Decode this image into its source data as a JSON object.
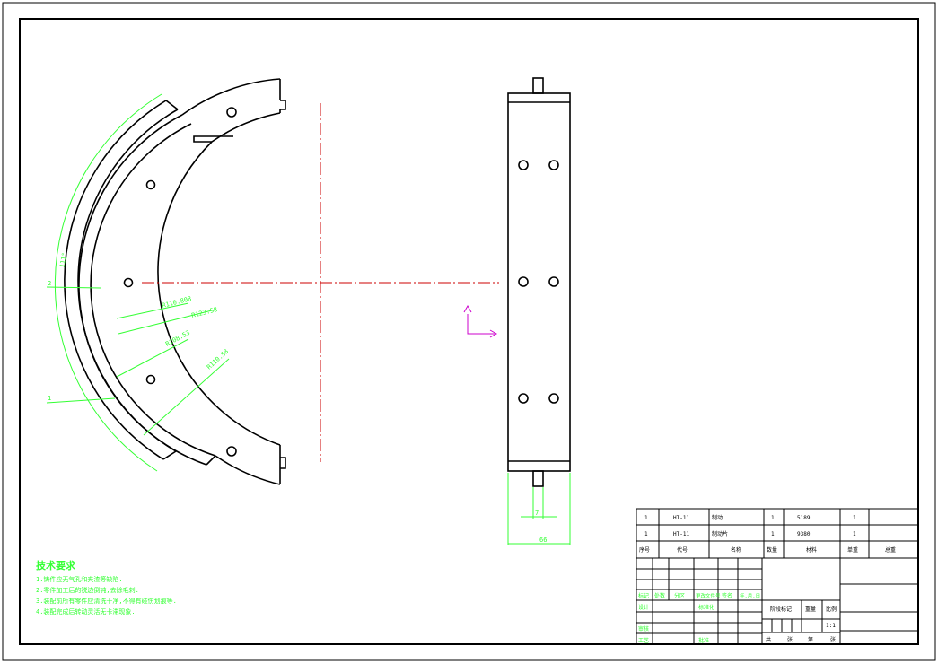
{
  "drawing": {
    "dimensions": {
      "arc_total": "111°",
      "left_2": "2",
      "left_1": "1",
      "r1": "R110.808",
      "r2": "R123.58",
      "r3": "R108.53",
      "r4": "R110.58",
      "shaft_width": "7",
      "overall_width": "66"
    }
  },
  "tech_requirements": {
    "title": "技术要求",
    "lines": [
      "1.铸件应无气孔和夹渣等缺陷.",
      "2.零件加工后的锐边倒钝,去除毛刺.",
      "3.装配前所有零件应清洗干净,不得有碰伤划痕等.",
      "4.装配完成后转动灵活无卡滞现象."
    ]
  },
  "bom": {
    "rows": [
      [
        "1",
        "HT-11",
        "制动",
        "1",
        "5189",
        "1",
        ""
      ],
      [
        "1",
        "HT-11",
        "制动片",
        "1",
        "9380",
        "1",
        ""
      ],
      [
        "序号",
        "代号",
        "名称",
        "数量",
        "材料",
        "单重",
        "总重"
      ]
    ]
  },
  "title_block": {
    "revision_headers": [
      "标记",
      "处数",
      "分区",
      "更改文件号",
      "签名",
      "年.月.日"
    ],
    "roles": [
      "设计",
      "标准化",
      "审核",
      "工艺",
      "批准"
    ],
    "stage_labels": [
      "阶段标记",
      "重量",
      "比例"
    ],
    "scale": "1:1",
    "sheet_info": [
      "共",
      "张",
      "第",
      "张"
    ]
  }
}
